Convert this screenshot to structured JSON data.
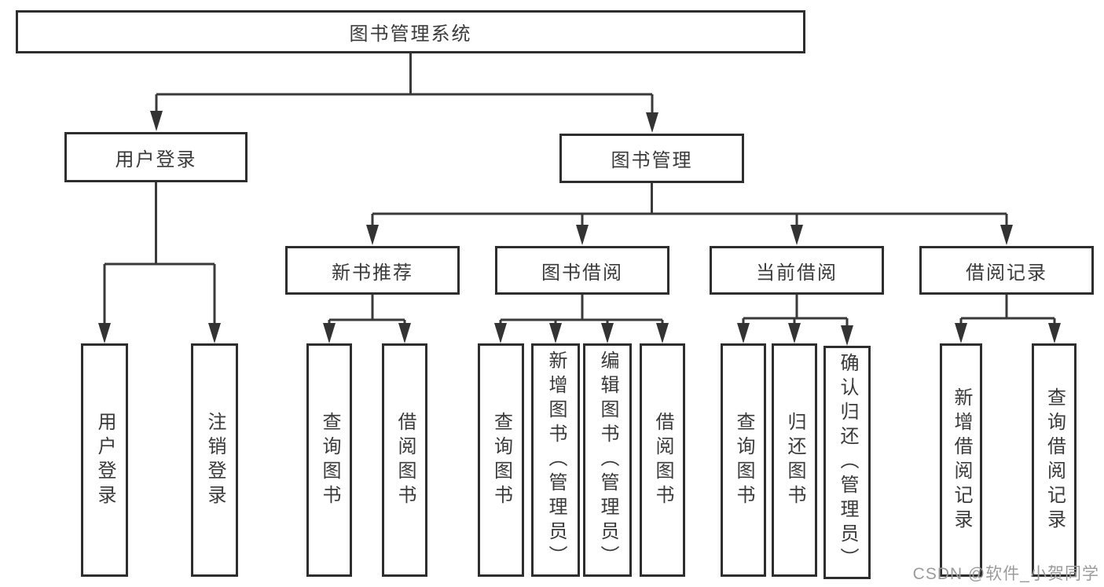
{
  "diagram_title": "图书管理系统",
  "tree": {
    "root": {
      "label": "图书管理系统",
      "children": [
        {
          "label": "用户登录",
          "children": [
            {
              "label": "用户登录"
            },
            {
              "label": "注销登录"
            }
          ]
        },
        {
          "label": "图书管理",
          "children": [
            {
              "label": "新书推荐",
              "children": [
                {
                  "label": "查询图书"
                },
                {
                  "label": "借阅图书"
                }
              ]
            },
            {
              "label": "图书借阅",
              "children": [
                {
                  "label": "查询图书"
                },
                {
                  "label": "新增图书（管理员）"
                },
                {
                  "label": "编辑图书（管理员）"
                },
                {
                  "label": "借阅图书"
                }
              ]
            },
            {
              "label": "当前借阅",
              "children": [
                {
                  "label": "查询图书"
                },
                {
                  "label": "归还图书"
                },
                {
                  "label": "确认归还（管理员）"
                }
              ]
            },
            {
              "label": "借阅记录",
              "children": [
                {
                  "label": "新增借阅记录"
                },
                {
                  "label": "查询借阅记录"
                }
              ]
            }
          ]
        }
      ]
    }
  },
  "watermark": {
    "text": "CSDN @软件_小贺同学"
  },
  "colors": {
    "line": "#3a3a3a",
    "box_border": "#2e2e2e",
    "text": "#3a3a3a",
    "watermark": "#9b9b9b",
    "background": "#ffffff"
  }
}
